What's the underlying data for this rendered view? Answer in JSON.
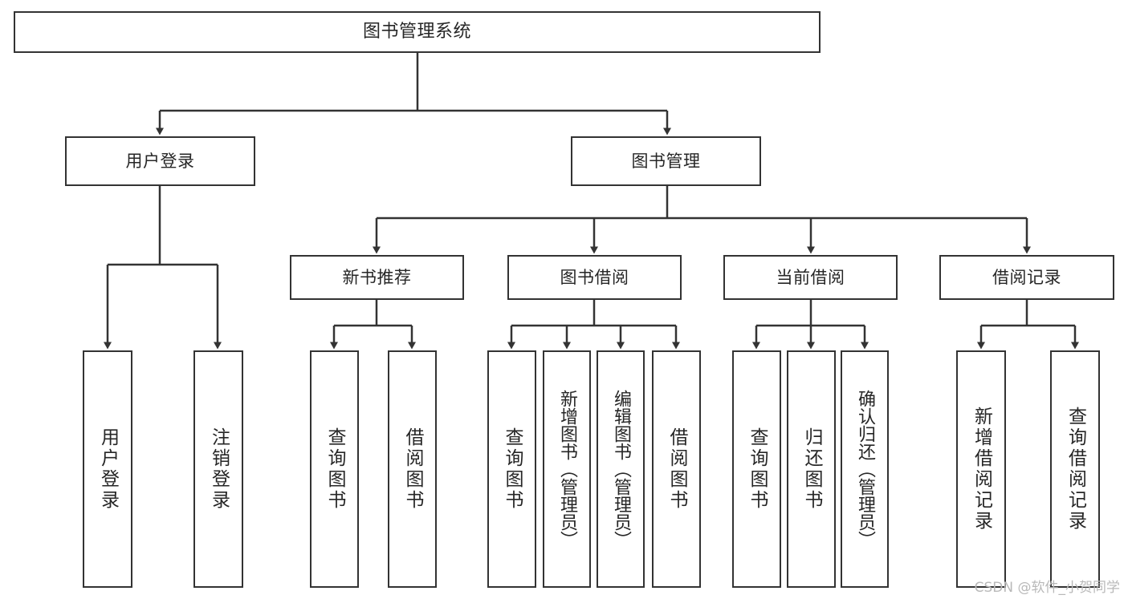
{
  "diagram": {
    "title": "图书管理系统",
    "type": "tree",
    "watermark": "CSDN @软件_小贺同学",
    "colors": {
      "stroke": "#333333",
      "background": "#ffffff",
      "text": "#262626",
      "watermark": "#b9b9b9"
    },
    "levels": {
      "root": {
        "label": "图书管理系统"
      },
      "level2": [
        {
          "id": "user-login",
          "label": "用户登录"
        },
        {
          "id": "book-manage",
          "label": "图书管理"
        }
      ],
      "level3": [
        {
          "id": "new-book-rec",
          "label": "新书推荐",
          "parent": "book-manage"
        },
        {
          "id": "book-borrow",
          "label": "图书借阅",
          "parent": "book-manage"
        },
        {
          "id": "current-borrow",
          "label": "当前借阅",
          "parent": "book-manage"
        },
        {
          "id": "borrow-record",
          "label": "借阅记录",
          "parent": "book-manage"
        }
      ],
      "leaves": [
        {
          "id": "leaf-user-login",
          "label": "用户登录",
          "parent": "user-login"
        },
        {
          "id": "leaf-logout",
          "label": "注销登录",
          "parent": "user-login"
        },
        {
          "id": "leaf-query-book-1",
          "label": "查询图书",
          "parent": "new-book-rec"
        },
        {
          "id": "leaf-borrow-book-1",
          "label": "借阅图书",
          "parent": "new-book-rec"
        },
        {
          "id": "leaf-query-book-2",
          "label": "查询图书",
          "parent": "book-borrow"
        },
        {
          "id": "leaf-add-book",
          "label": "新增图书（管理员）",
          "parent": "book-borrow"
        },
        {
          "id": "leaf-edit-book",
          "label": "编辑图书（管理员）",
          "parent": "book-borrow"
        },
        {
          "id": "leaf-borrow-book-2",
          "label": "借阅图书",
          "parent": "book-borrow"
        },
        {
          "id": "leaf-query-book-3",
          "label": "查询图书",
          "parent": "current-borrow"
        },
        {
          "id": "leaf-return-book",
          "label": "归还图书",
          "parent": "current-borrow"
        },
        {
          "id": "leaf-confirm-return",
          "label": "确认归还（管理员）",
          "parent": "current-borrow"
        },
        {
          "id": "leaf-add-record",
          "label": "新增借阅记录",
          "parent": "borrow-record"
        },
        {
          "id": "leaf-query-record",
          "label": "查询借阅记录",
          "parent": "borrow-record"
        }
      ]
    }
  }
}
